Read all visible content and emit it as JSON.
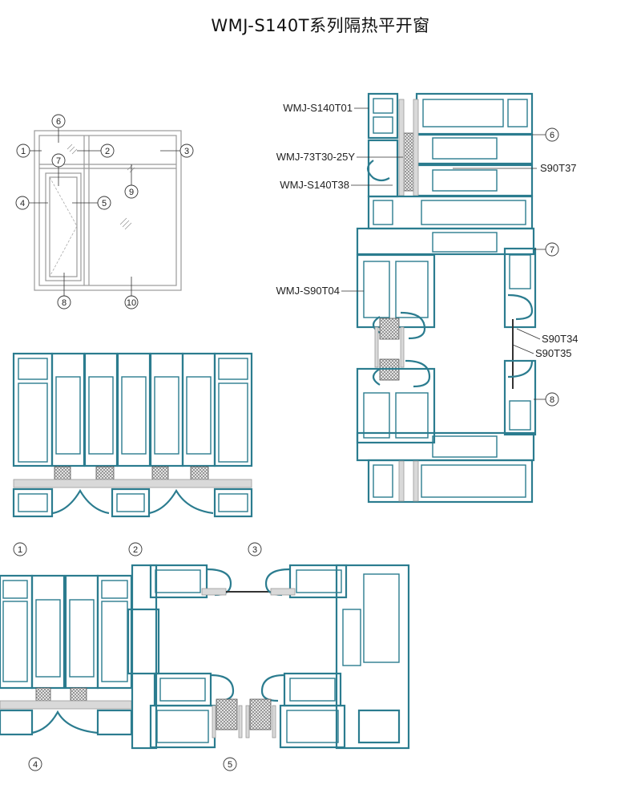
{
  "title": "WMJ-S140T系列隔热平开窗",
  "colors": {
    "profile": "#2b7c8f",
    "gasket": "#555555",
    "insulation": "#d9d9d9"
  },
  "elevation_numbers": [
    "1",
    "2",
    "3",
    "4",
    "5",
    "6",
    "7",
    "8",
    "9",
    "10"
  ],
  "section_labels": {
    "t01": "WMJ-S140T01",
    "t30": "WMJ-73T30-25Y",
    "t38": "WMJ-S140T38",
    "t37": "S90T37",
    "t04": "WMJ-S90T04",
    "t34": "S90T34",
    "t35": "S90T35"
  },
  "section_numbers": [
    "6",
    "7",
    "8"
  ],
  "bottom_numbers": [
    "1",
    "2",
    "3",
    "4",
    "5"
  ]
}
